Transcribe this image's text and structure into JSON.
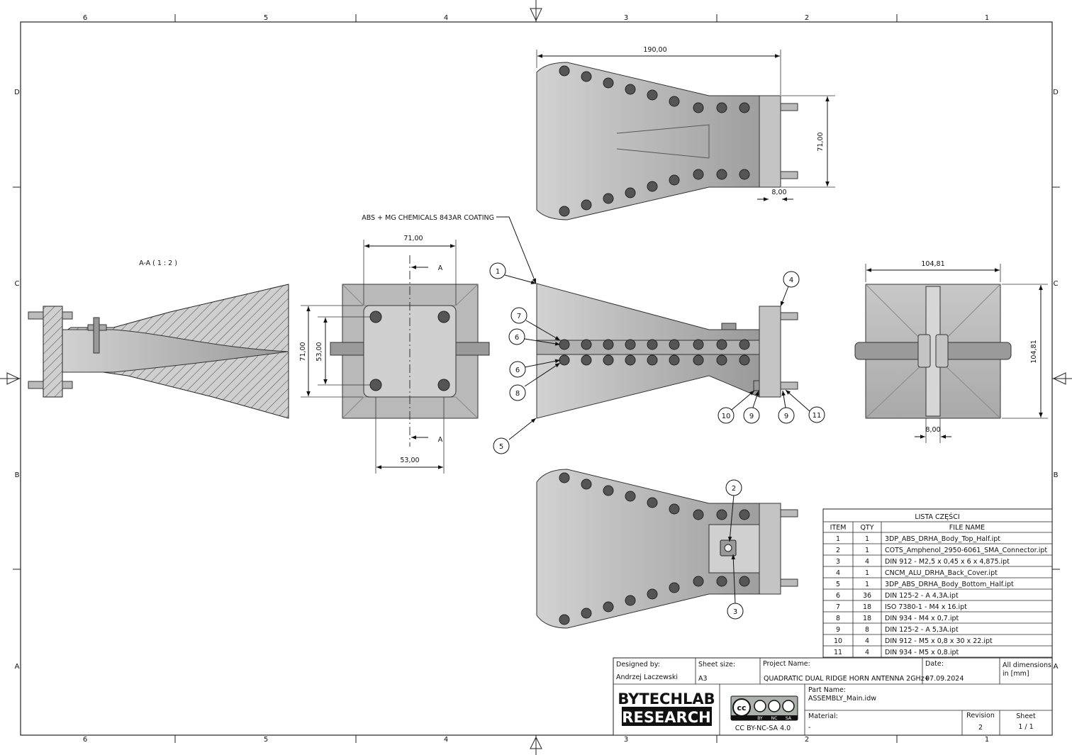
{
  "border": {
    "zones_top": [
      "6",
      "5",
      "4",
      "3",
      "2",
      "1"
    ],
    "zones_bottom": [
      "6",
      "5",
      "4",
      "3",
      "2",
      "1"
    ],
    "zones_left": [
      "D",
      "C",
      "B",
      "A"
    ],
    "zones_right": [
      "D",
      "C",
      "B",
      "A"
    ]
  },
  "section_label": "A-A ( 1 : 2 )",
  "coating_note": "ABS + MG CHEMICALS 843AR COATING",
  "cut_mark": "A",
  "dimensions": {
    "top_width": "190,00",
    "top_height": "71,00",
    "top_flange": "8,00",
    "end_width": "71,00",
    "end_height_outer": "71,00",
    "end_height_inner": "53,00",
    "end_bolt_spacing": "53,00",
    "front_width": "104,81",
    "front_height": "104,81",
    "front_ridge_gap": "8,00"
  },
  "balloons": [
    "1",
    "2",
    "3",
    "4",
    "5",
    "6",
    "6",
    "7",
    "8",
    "9",
    "9",
    "10",
    "11"
  ],
  "parts_list": {
    "title": "LISTA CZĘŚCI",
    "headers": [
      "ITEM",
      "QTY",
      "FILE NAME"
    ],
    "rows": [
      [
        "1",
        "1",
        "3DP_ABS_DRHA_Body_Top_Half.ipt"
      ],
      [
        "2",
        "1",
        "COTS_Amphenol_2950-6061_SMA_Connector.ipt"
      ],
      [
        "3",
        "4",
        "DIN 912 - M2,5 x 0,45 x 6 x 4,875.ipt"
      ],
      [
        "4",
        "1",
        "CNCM_ALU_DRHA_Back_Cover.ipt"
      ],
      [
        "5",
        "1",
        "3DP_ABS_DRHA_Body_Bottom_Half.ipt"
      ],
      [
        "6",
        "36",
        "DIN 125-2 - A 4,3A.ipt"
      ],
      [
        "7",
        "18",
        "ISO 7380-1 - M4 x 16.ipt"
      ],
      [
        "8",
        "18",
        "DIN 934 - M4 x 0,7.ipt"
      ],
      [
        "9",
        "8",
        "DIN 125-2 - A 5,3A.ipt"
      ],
      [
        "10",
        "4",
        "DIN 912 - M5 x 0,8 x 30 x 22.ipt"
      ],
      [
        "11",
        "4",
        "DIN 934 - M5 x 0,8.ipt"
      ]
    ]
  },
  "title_block": {
    "designed_by_label": "Designed by:",
    "designed_by": "Andrzej Laczewski",
    "sheet_size_label": "Sheet size:",
    "sheet_size": "A3",
    "project_label": "Project Name:",
    "project_name": "QUADRATIC DUAL RIDGE HORN ANTENNA 2GHz+",
    "date_label": "Date:",
    "date": "07.09.2024",
    "units_line1": "All dimensions",
    "units_line2": "in [mm]",
    "part_label": "Part Name:",
    "part_name": "ASSEMBLY_Main.idw",
    "material_label": "Material:",
    "material": "-",
    "revision_label": "Revision",
    "revision": "2",
    "sheet_label": "Sheet",
    "sheet": "1 / 1",
    "logo_line1": "BYTECHLAB",
    "logo_line2": "RESEARCH",
    "license_icons": [
      "BY",
      "NC",
      "SA"
    ],
    "license": "CC BY-NC-SA 4.0"
  }
}
